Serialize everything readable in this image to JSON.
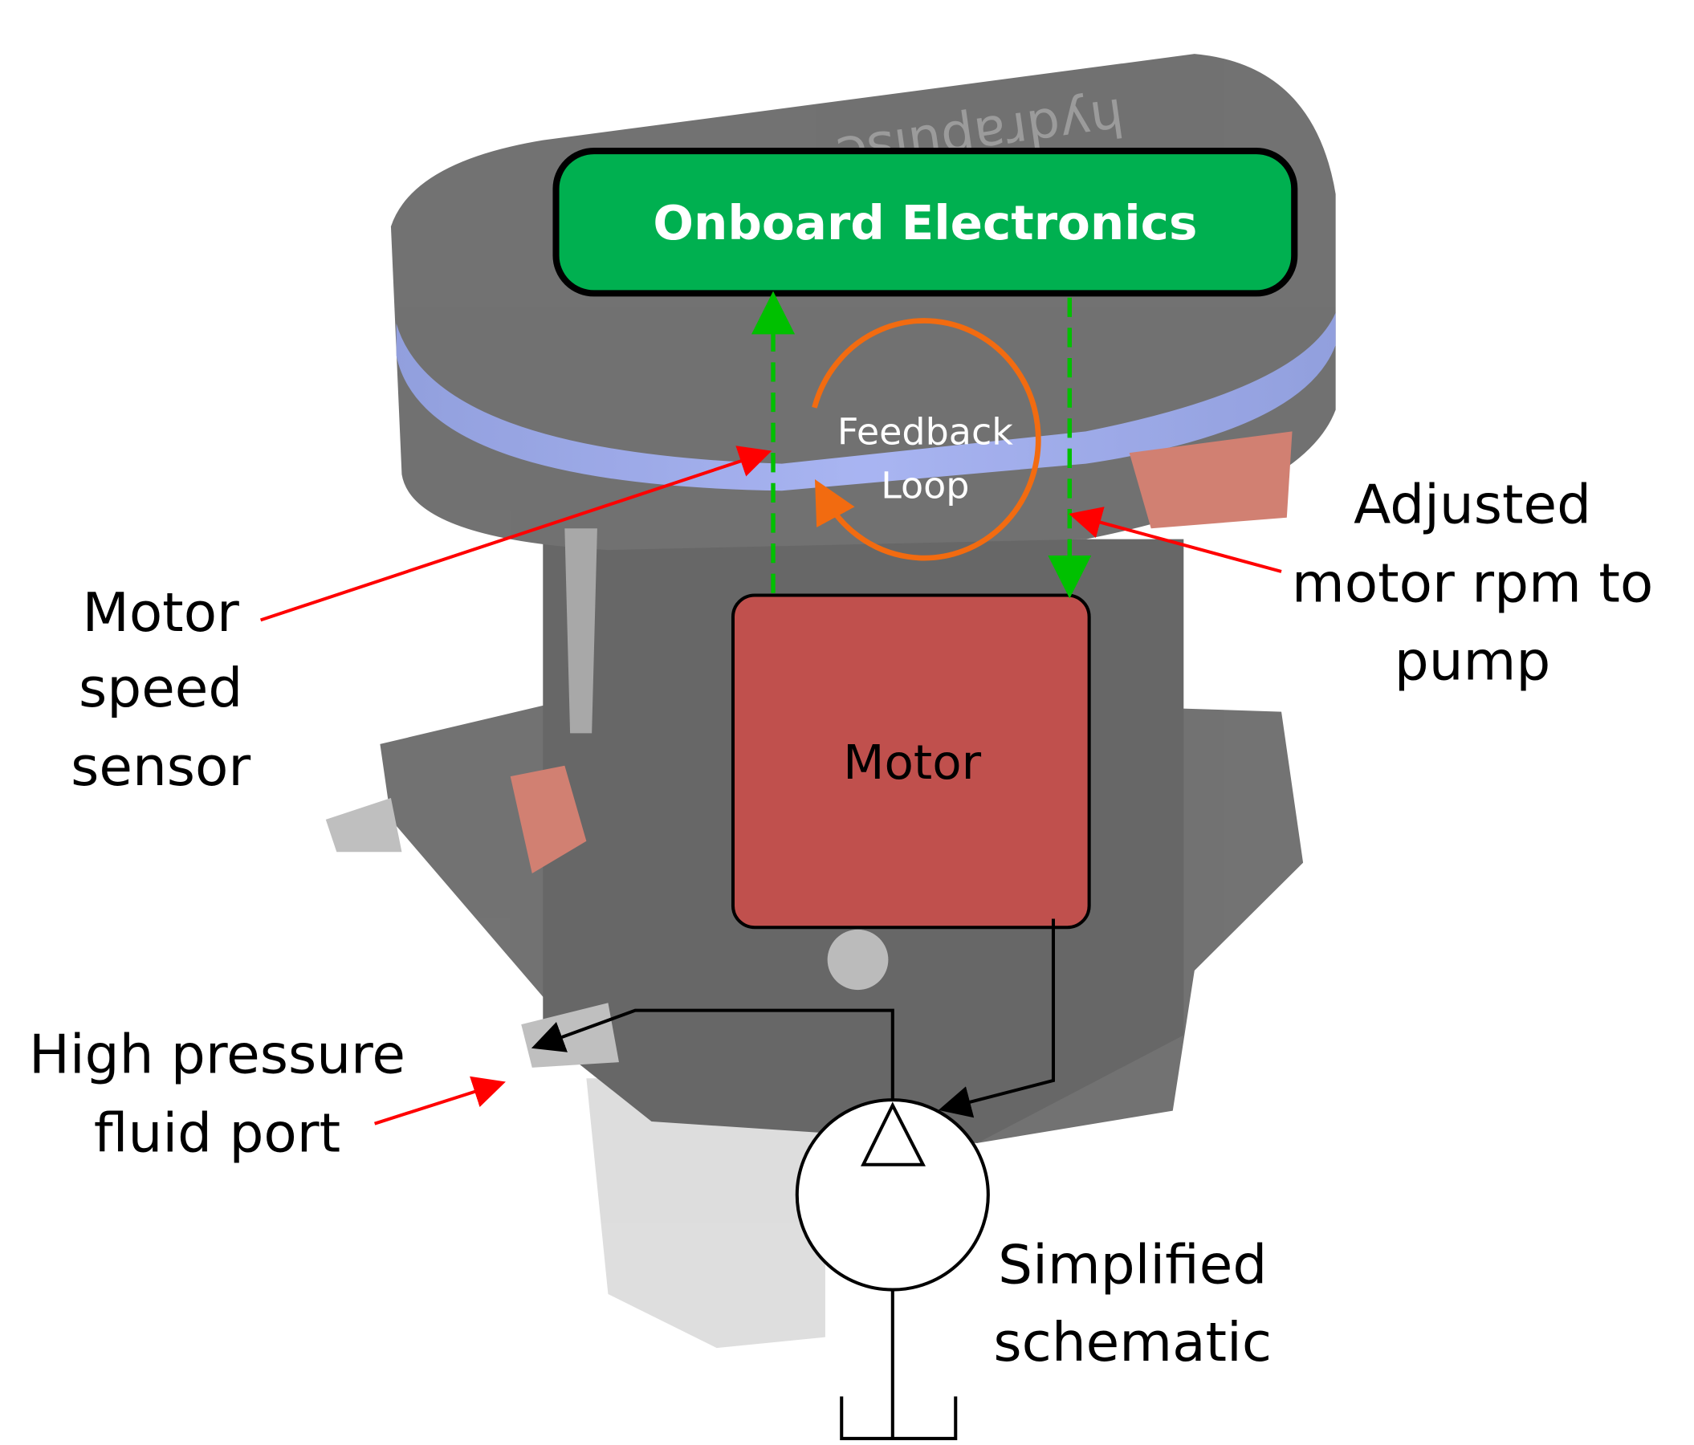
{
  "device": {
    "brand_logo": "hydrapulse"
  },
  "blocks": {
    "electronics": {
      "label": "Onboard Electronics",
      "color": "#00b050"
    },
    "motor": {
      "label": "Motor",
      "color": "#c0504d"
    }
  },
  "feedback": {
    "line1": "Feedback",
    "line2": "Loop",
    "color": "#f26b10"
  },
  "labels": {
    "sensor": [
      "Motor",
      "speed",
      "sensor"
    ],
    "adjusted": [
      "Adjusted",
      "motor rpm to",
      "pump"
    ],
    "port": [
      "High pressure",
      "fluid port"
    ],
    "schematic": [
      "Simplified",
      "schematic"
    ]
  },
  "colors": {
    "signal": "#00c000",
    "pointer": "#ff0000",
    "schematic": "#000000"
  }
}
